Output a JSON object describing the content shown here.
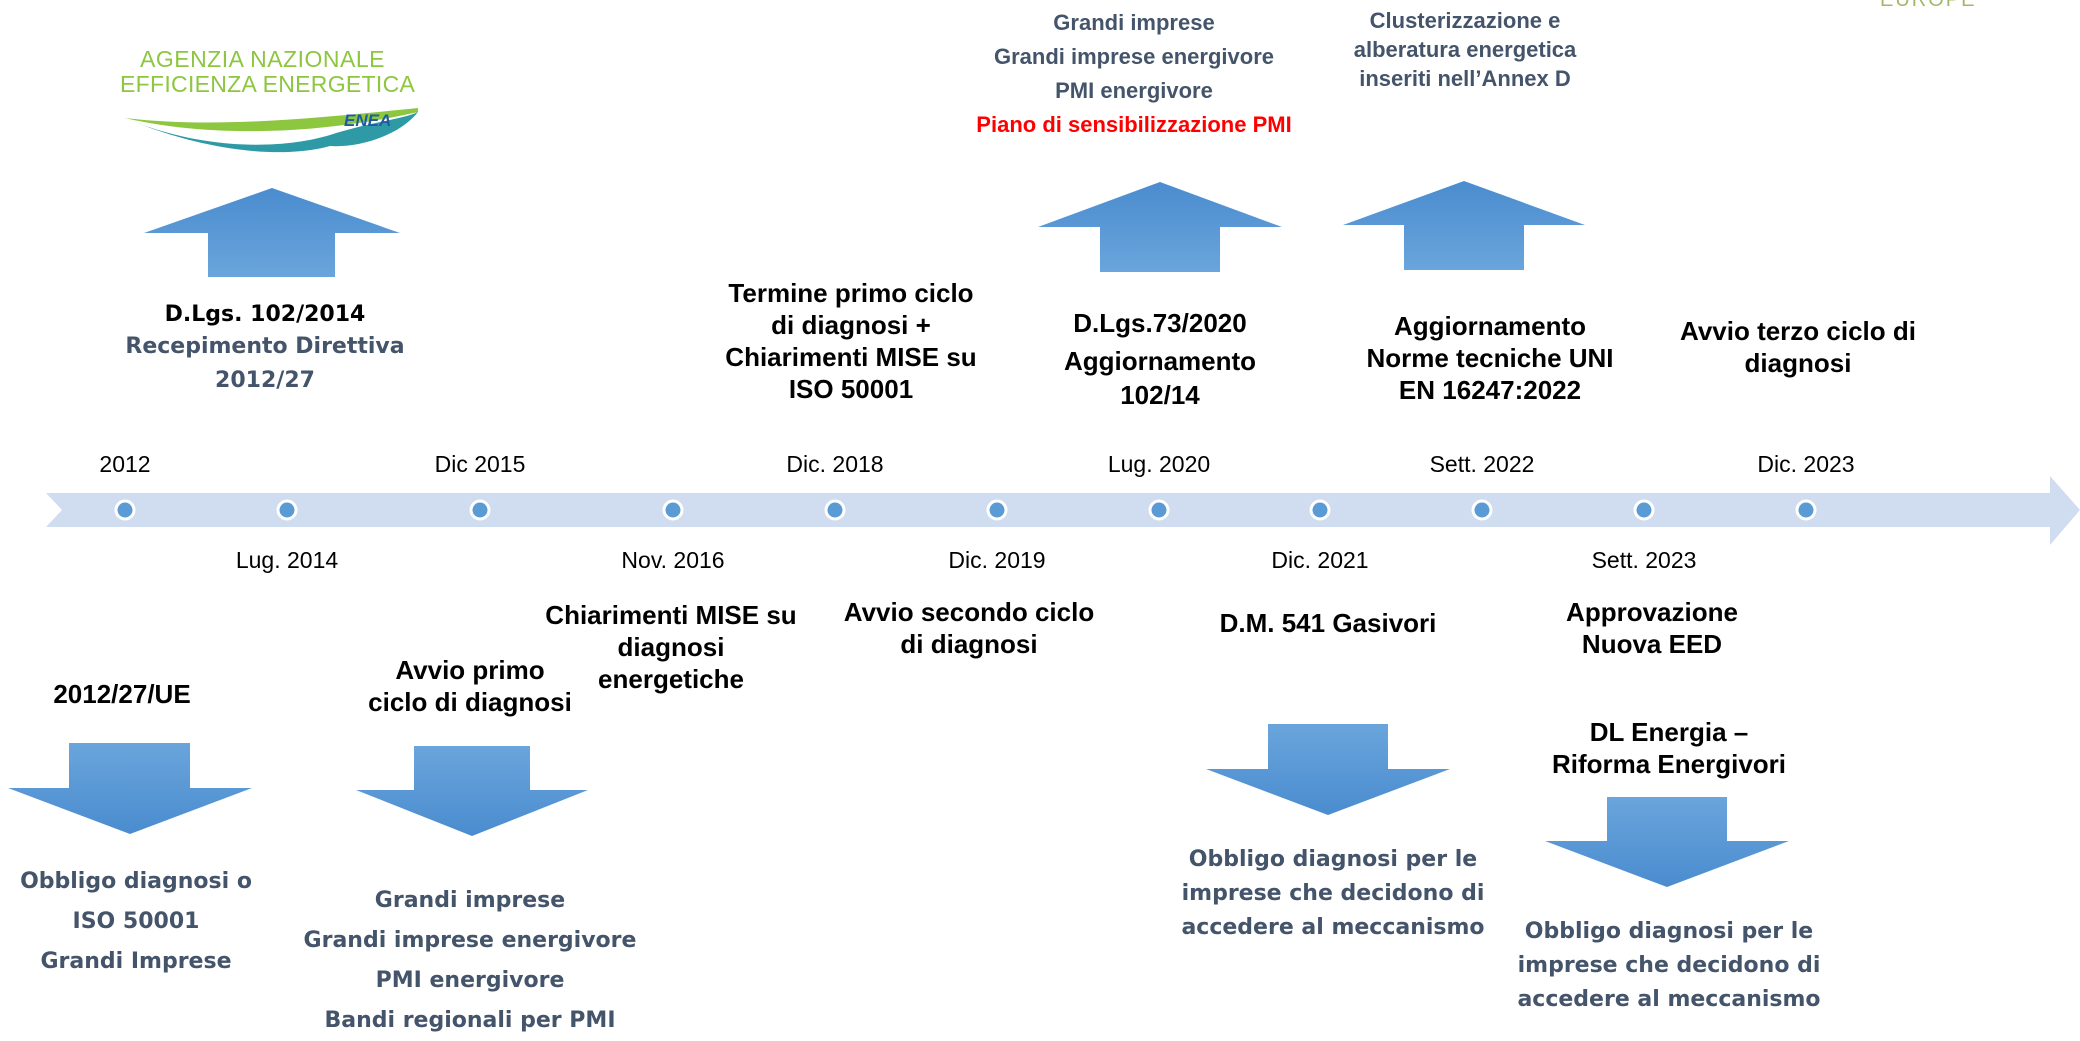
{
  "colors": {
    "arrow_band": "#d0dcef",
    "dot": "#5b9bd5",
    "block_arrow": "#5b9bd5",
    "note_text": "#44546a",
    "highlight_red": "#ff0000",
    "logo_green": "#8dc63f",
    "logo_blue": "#1f5aa6"
  },
  "logo": {
    "line1": "AGENZIA NAZIONALE",
    "line2": "EFFICIENZA ENERGETICA",
    "mark": "ENEA"
  },
  "corner_text": "EUROPE",
  "timeline": {
    "dates_top": [
      "2012",
      "Dic 2015",
      "Dic. 2018",
      "Lug. 2020",
      "Sett. 2022",
      "Dic. 2023"
    ],
    "dates_bottom": [
      "Lug. 2014",
      "Nov. 2016",
      "Dic. 2019",
      "Dic. 2021",
      "Sett. 2023"
    ]
  },
  "events_above": [
    {
      "lines": [
        "D.Lgs. 102/2014"
      ],
      "sub": [
        "Recepimento Direttiva",
        "2012/27"
      ]
    },
    {
      "lines": [
        "Termine primo ciclo",
        "di diagnosi +",
        "Chiarimenti MISE su",
        "ISO 50001"
      ]
    },
    {
      "lines": [
        "D.Lgs.73/2020",
        "Aggiornamento",
        "102/14"
      ]
    },
    {
      "lines": [
        "Aggiornamento",
        "Norme tecniche UNI",
        "EN 16247:2022"
      ]
    },
    {
      "lines": [
        "Avvio terzo ciclo di",
        "diagnosi"
      ]
    }
  ],
  "events_below": [
    {
      "lines": [
        "2012/27/UE"
      ]
    },
    {
      "lines": [
        "Avvio primo",
        "ciclo di diagnosi"
      ]
    },
    {
      "lines": [
        "Chiarimenti MISE su",
        "diagnosi",
        "energetiche"
      ]
    },
    {
      "lines": [
        "Avvio secondo ciclo",
        "di diagnosi"
      ]
    },
    {
      "lines": [
        "D.M. 541 Gasivori"
      ]
    },
    {
      "lines": [
        "Approvazione",
        "Nuova EED"
      ]
    },
    {
      "lines": [
        "DL Energia –",
        "Riforma Energivori"
      ]
    }
  ],
  "notes_top": [
    {
      "lines": [
        "Grandi imprese",
        "Grandi imprese energivore",
        "PMI energivore"
      ],
      "highlight": "Piano di sensibilizzazione PMI"
    },
    {
      "lines": [
        "Clusterizzazione e",
        "alberatura energetica",
        "inseriti nell’Annex D"
      ]
    }
  ],
  "notes_bottom": [
    {
      "lines": [
        "Obbligo diagnosi o",
        "ISO 50001",
        "Grandi Imprese"
      ]
    },
    {
      "lines": [
        "Grandi imprese",
        "Grandi imprese energivore",
        "PMI energivore",
        "Bandi regionali per PMI"
      ]
    },
    {
      "lines": [
        "Obbligo diagnosi per le",
        "imprese che decidono di",
        "accedere al meccanismo"
      ]
    },
    {
      "lines": [
        "Obbligo diagnosi per le",
        "imprese che decidono di",
        "accedere al meccanismo"
      ]
    }
  ]
}
